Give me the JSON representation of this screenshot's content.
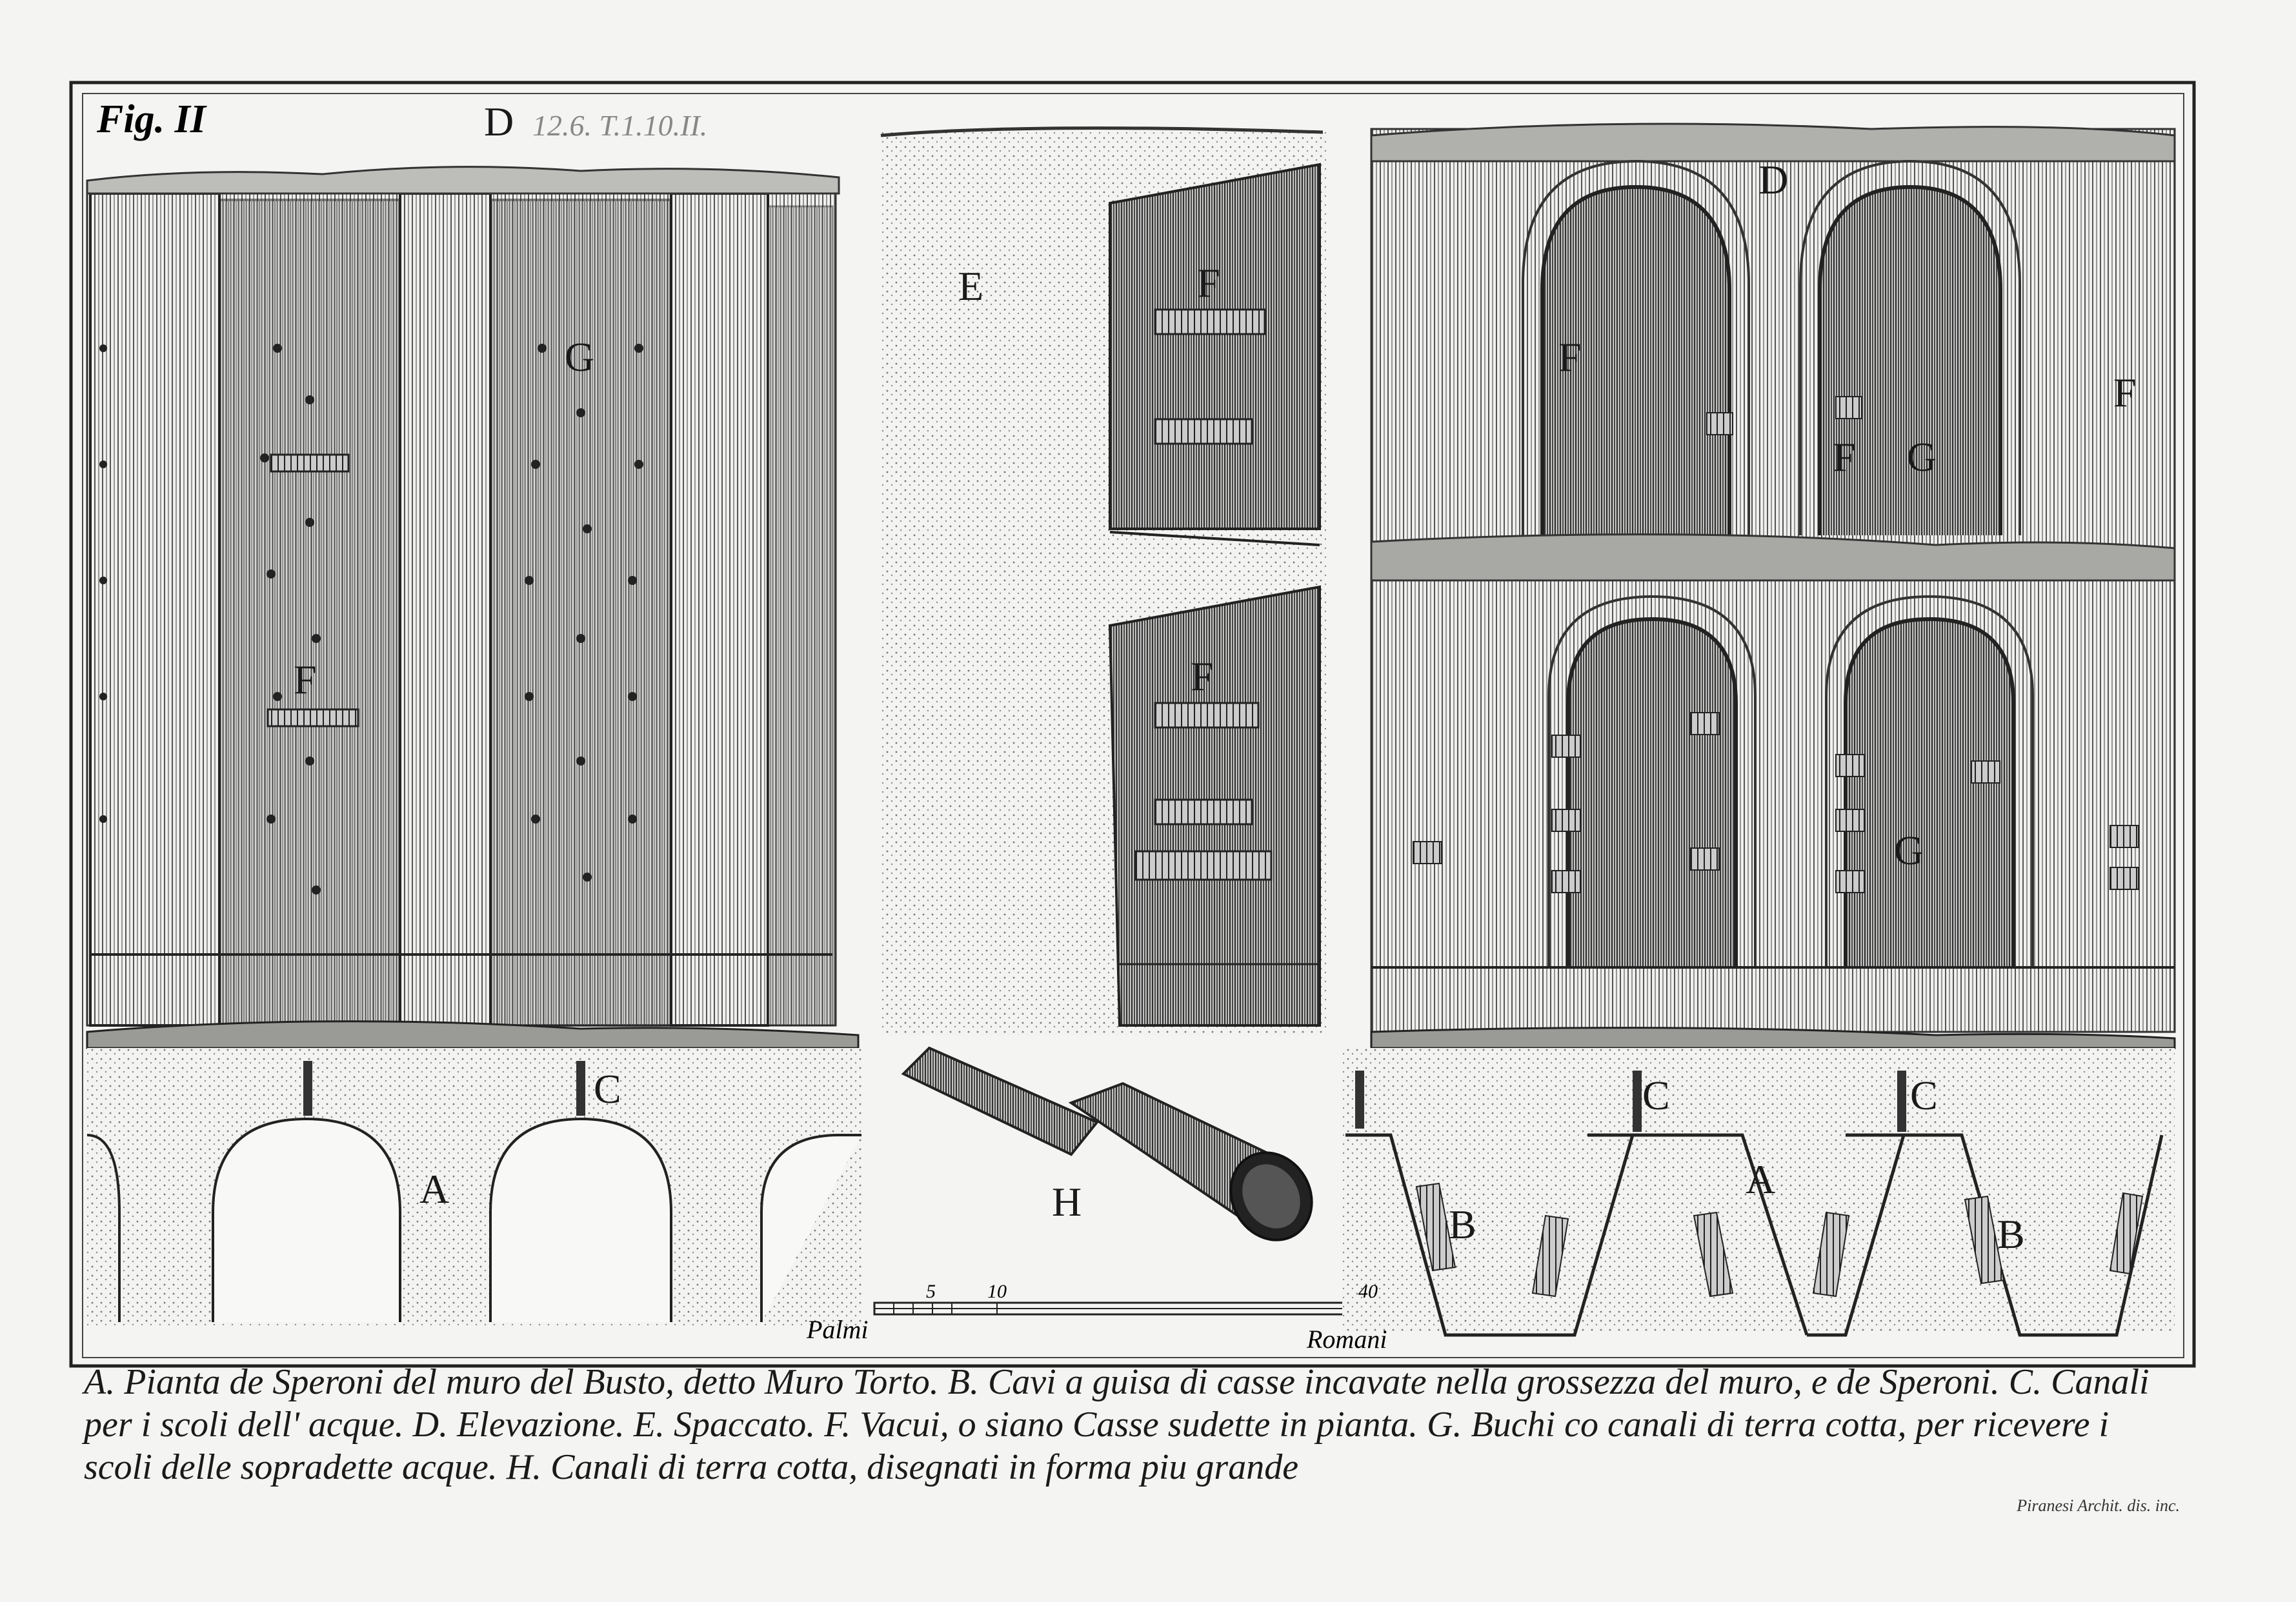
{
  "figure": {
    "title": "Fig. II",
    "inventory_note": "12.6. T.1.10.II."
  },
  "labels": {
    "A": "A",
    "B": "B",
    "C": "C",
    "D": "D",
    "E": "E",
    "F": "F",
    "G": "G",
    "H": "H"
  },
  "scale_bar": {
    "ticks": [
      "5",
      "10",
      "40"
    ],
    "left_caption": "Palmi",
    "right_caption": "Romani"
  },
  "caption": {
    "text": "A. Pianta de Speroni del muro del Busto, detto Muro Torto. B. Cavi a guisa di casse incavate nella grossezza del muro, e de Speroni. C. Canali per i scoli dell' acque. D. Elevazione. E. Spaccato. F. Vacui, o siano Casse sudette in pianta. G. Buchi co canali di terra cotta, per ricevere i scoli delle sopradette acque. H. Canali di terra cotta, disegnati in forma piu grande"
  },
  "signature": "Piranesi Archit. dis. inc."
}
